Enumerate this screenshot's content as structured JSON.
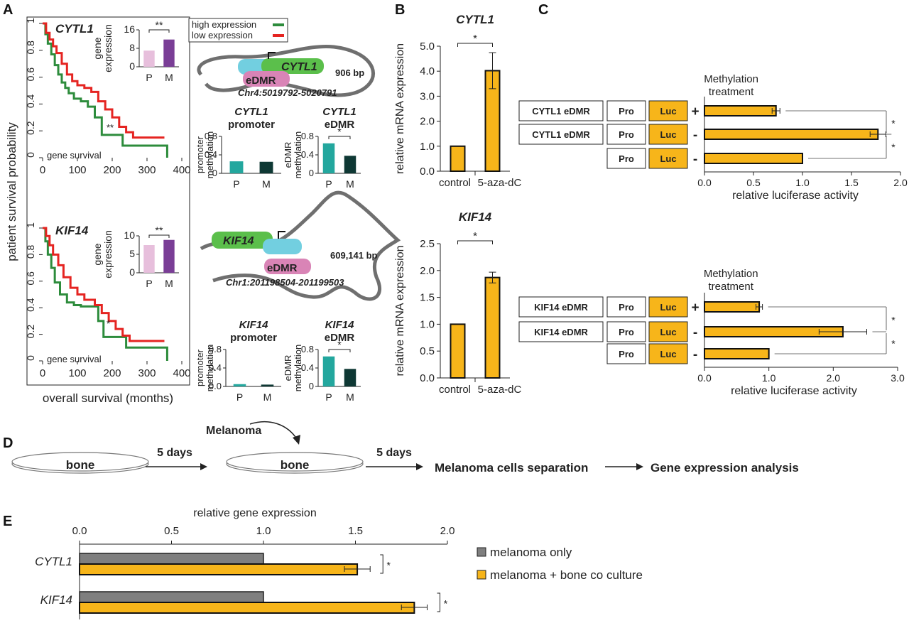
{
  "panels": {
    "a": "A",
    "b": "B",
    "c": "C",
    "d": "D",
    "e": "E"
  },
  "colors": {
    "high": "#2d8c3c",
    "low": "#e52421",
    "bar_orange": "#f7b51a",
    "grey": "#7f7f7f",
    "pink": "#e7bfdc",
    "purple": "#7a3e96",
    "teal": "#23a79e",
    "darkteal": "#0e3834",
    "edmr_pink": "#d984b6",
    "cyl_green": "#5bbf4b",
    "cyl_cyan": "#72cfe0"
  },
  "panel_a": {
    "ylabel": "patient survival probability",
    "xlabel": "overall survival (months)",
    "legend": {
      "high": "high expression",
      "low": "low expression"
    },
    "top": {
      "gene": "CYTL1",
      "sig": "**",
      "caption": "gene survival",
      "inset": {
        "ylabel": "gene expression",
        "categories": [
          "P",
          "M"
        ],
        "values": [
          7.0,
          11.8
        ],
        "yticks": [
          "0",
          "8",
          "16"
        ],
        "ymax": 16,
        "sig": "**"
      },
      "diagram": {
        "gene": "CYTL1",
        "edmr": "eDMR",
        "size": "906 bp",
        "coords": "Chr4:5019792-5020791"
      },
      "promoter": {
        "title": "CYTL1",
        "subtitle": "promoter",
        "ylabel": "promoter methylation",
        "categories": [
          "P",
          "M"
        ],
        "values": [
          0.26,
          0.25
        ],
        "yticks": [
          "0",
          "0.4",
          "0.8"
        ],
        "ymax": 0.8
      },
      "edmr_chart": {
        "title": "CYTL1",
        "subtitle": "eDMR",
        "ylabel": "eDMR methylation",
        "categories": [
          "P",
          "M"
        ],
        "values": [
          0.65,
          0.38
        ],
        "yticks": [
          "0",
          "0.4",
          "0.8"
        ],
        "ymax": 0.8,
        "sig": "*"
      }
    },
    "bottom": {
      "gene": "KIF14",
      "sig": "*",
      "caption": "gene survival",
      "inset": {
        "ylabel": "gene expression",
        "categories": [
          "P",
          "M"
        ],
        "values": [
          7.5,
          8.9
        ],
        "yticks": [
          "0",
          "5",
          "10"
        ],
        "ymax": 10,
        "sig": "**"
      },
      "diagram": {
        "gene": "KIF14",
        "edmr": "eDMR",
        "size": "609,141 bp",
        "coords": "Chr1:201198504-201199503"
      },
      "promoter": {
        "title": "KIF14",
        "subtitle": "promoter",
        "ylabel": "promoter methylation",
        "categories": [
          "P",
          "M"
        ],
        "values": [
          0.05,
          0.04
        ],
        "yticks": [
          "0.0",
          "0.4",
          "0.8"
        ],
        "ymax": 0.8
      },
      "edmr_chart": {
        "title": "KIF14",
        "subtitle": "eDMR",
        "ylabel": "eDMR methylation",
        "categories": [
          "P",
          "M"
        ],
        "values": [
          0.65,
          0.38
        ],
        "yticks": [
          "0",
          "0.4",
          "0.8"
        ],
        "ymax": 0.8,
        "sig": "*"
      }
    }
  },
  "panel_b": {
    "ylabel": "relative mRNA expression",
    "categories": [
      "control",
      "5-aza-dC"
    ],
    "top": {
      "gene": "CYTL1",
      "values": [
        1.0,
        4.02
      ],
      "errors": [
        0,
        0.72
      ],
      "yticks": [
        "0.0",
        "1.0",
        "2.0",
        "3.0",
        "4.0",
        "5.0"
      ],
      "ymax": 5.0,
      "sig": "*"
    },
    "bottom": {
      "gene": "KIF14",
      "values": [
        1.0,
        1.87
      ],
      "errors": [
        0,
        0.1
      ],
      "yticks": [
        "0.0",
        "0.5",
        "1.0",
        "1.5",
        "2.0",
        "2.5"
      ],
      "ymax": 2.5,
      "sig": "*"
    }
  },
  "panel_c": {
    "xlabel": "relative luciferase activity",
    "title_line1": "Methylation",
    "title_line2": "treatment",
    "pro": "Pro",
    "luc": "Luc",
    "top": {
      "gene": "CYTL1",
      "edmr_label": "eDMR",
      "treatment": [
        "+",
        "-",
        "-"
      ],
      "values": [
        0.73,
        1.77,
        1.0
      ],
      "errors": [
        0.04,
        0.08,
        0
      ],
      "xticks": [
        "0.0",
        "0.5",
        "1.0",
        "1.5",
        "2.0"
      ],
      "xmax": 2.0,
      "sig": [
        "*",
        "*"
      ]
    },
    "bottom": {
      "gene": "KIF14",
      "edmr_label": "eDMR",
      "treatment": [
        "+",
        "-",
        "-"
      ],
      "values": [
        0.85,
        2.15,
        1.0
      ],
      "errors": [
        0.05,
        0.37,
        0
      ],
      "xticks": [
        "0.0",
        "1.0",
        "2.0",
        "3.0"
      ],
      "xmax": 3.0,
      "sig": [
        "*",
        "*"
      ]
    }
  },
  "panel_d": {
    "bone": "bone",
    "days": "5 days",
    "melanoma": "Melanoma",
    "step1": "Melanoma cells separation",
    "step2": "Gene expression analysis"
  },
  "chart_data": [
    {
      "type": "line",
      "title": "CYTL1",
      "xlabel": "overall survival (months)",
      "ylabel": "patient survival probability",
      "xlim": [
        0,
        400
      ],
      "ylim": [
        0,
        1
      ],
      "series": [
        {
          "name": "high expression",
          "x": [
            0,
            8,
            15,
            25,
            35,
            45,
            55,
            65,
            75,
            90,
            110,
            130,
            150,
            170,
            200,
            230,
            260,
            300,
            350,
            358,
            358
          ],
          "y": [
            1.0,
            0.92,
            0.85,
            0.77,
            0.69,
            0.62,
            0.56,
            0.52,
            0.48,
            0.44,
            0.42,
            0.38,
            0.3,
            0.17,
            0.17,
            0.09,
            0.09,
            0.09,
            0.09,
            0.09,
            0.0
          ]
        },
        {
          "name": "low expression",
          "x": [
            0,
            10,
            20,
            30,
            40,
            55,
            70,
            85,
            100,
            120,
            140,
            160,
            180,
            200,
            220,
            240,
            260,
            300,
            350
          ],
          "y": [
            1.0,
            0.93,
            0.88,
            0.83,
            0.78,
            0.7,
            0.62,
            0.57,
            0.54,
            0.52,
            0.49,
            0.42,
            0.36,
            0.3,
            0.23,
            0.19,
            0.15,
            0.15,
            0.15
          ]
        }
      ]
    },
    {
      "type": "line",
      "title": "KIF14",
      "xlabel": "overall survival (months)",
      "ylabel": "patient survival probability",
      "xlim": [
        0,
        400
      ],
      "ylim": [
        0,
        1
      ],
      "series": [
        {
          "name": "high expression",
          "x": [
            0,
            8,
            15,
            25,
            35,
            50,
            70,
            90,
            110,
            140,
            160,
            175,
            200,
            240,
            280,
            358,
            358
          ],
          "y": [
            1.0,
            0.9,
            0.8,
            0.7,
            0.59,
            0.5,
            0.44,
            0.42,
            0.41,
            0.41,
            0.3,
            0.18,
            0.18,
            0.1,
            0.1,
            0.1,
            0.0
          ]
        },
        {
          "name": "low expression",
          "x": [
            0,
            10,
            20,
            30,
            45,
            60,
            80,
            100,
            120,
            150,
            170,
            190,
            210,
            230,
            250,
            350
          ],
          "y": [
            1.0,
            0.94,
            0.87,
            0.8,
            0.72,
            0.63,
            0.55,
            0.5,
            0.46,
            0.42,
            0.36,
            0.3,
            0.24,
            0.19,
            0.15,
            0.15
          ]
        }
      ]
    },
    {
      "type": "bar",
      "title": "relative gene expression",
      "categories": [
        "CYTL1",
        "KIF14"
      ],
      "xlim": [
        0,
        2.0
      ],
      "xticks": [
        "0.0",
        "0.5",
        "1.0",
        "1.5",
        "2.0"
      ],
      "series": [
        {
          "name": "melanoma only",
          "values": [
            1.0,
            1.0
          ]
        },
        {
          "name": "melanoma + bone co culture",
          "values": [
            1.51,
            1.82
          ],
          "errors": [
            0.07,
            0.07
          ]
        }
      ],
      "sig": [
        "*",
        "*"
      ]
    }
  ]
}
